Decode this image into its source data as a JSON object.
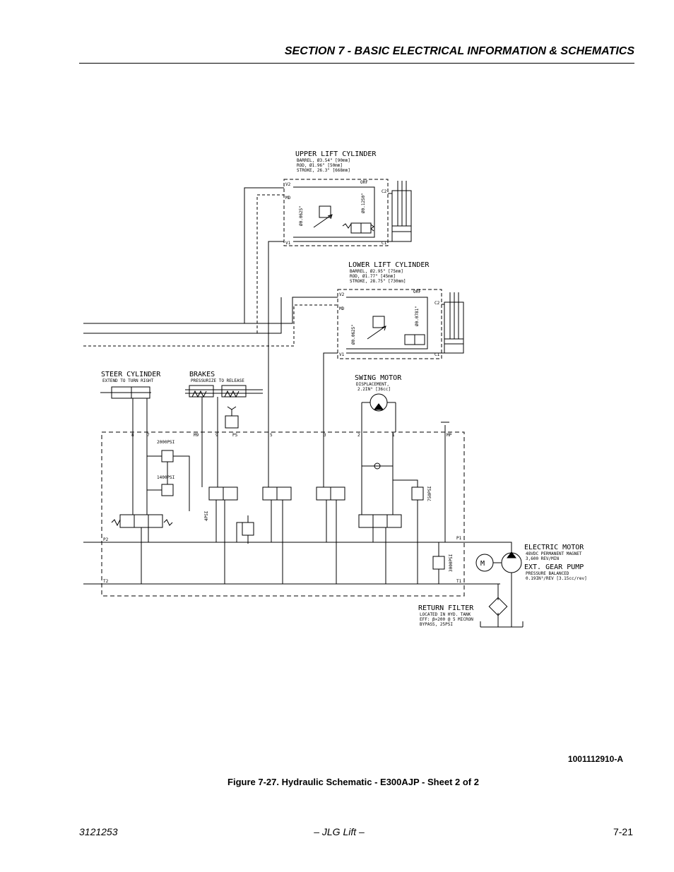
{
  "header": {
    "section_title": "SECTION 7 - BASIC ELECTRICAL INFORMATION & SCHEMATICS"
  },
  "schematic": {
    "upper_cylinder": {
      "title": "UPPER LIFT CYLINDER",
      "barrel": "BARREL,    Ø3.54\" [90mm]",
      "rod": "ROD,      Ø1.96\" [50mm]",
      "stroke": "STROKE,    26.3\"  [668mm]"
    },
    "lower_cylinder": {
      "title": "LOWER LIFT CYLINDER",
      "barrel": "BARREL,    Ø2.95\" [75mm]",
      "rod": "ROD,      Ø1.77\" [45mm]",
      "stroke": "STROKE,    28.75\" [730mm]"
    },
    "steer": {
      "title": "STEER CYLINDER",
      "sub": "EXTEND TO TURN RIGHT"
    },
    "brakes": {
      "title": "BRAKES",
      "sub": "PRESSURIZE TO RELEASE"
    },
    "swing_motor": {
      "title": "SWING MOTOR",
      "l1": "DISPLACEMENT,",
      "l2": "2.2IN³ [36cc]"
    },
    "electric_motor": {
      "title": "ELECTRIC MOTOR",
      "l1": "48VDC PERMANENT MAGNET",
      "l2": "3,600 REV/MIN"
    },
    "gear_pump": {
      "title": "EXT. GEAR PUMP",
      "l1": "PRESSURE BALANCED",
      "l2": "0.19IN³/REV [3.15cc/rev]"
    },
    "return_filter": {
      "title": "RETURN FILTER",
      "l1": "LOCATED IN HYD. TANK",
      "l2": "EFF: β×200 @ 5 MICRON",
      "l3": "BYPASS, 25PSI"
    },
    "ports": {
      "v2": "V2",
      "md": "MD",
      "v1": "V1",
      "c1": "C1",
      "c2": "C2",
      "orf": "ORF",
      "p8": "8",
      "p7": "7",
      "m9": "M9",
      "p9": "9",
      "ps": "PS",
      "p5": "5",
      "p3": "3",
      "p2": "2",
      "p1": "1",
      "mp": "MP",
      "P2": "P2",
      "T2": "T2",
      "P1": "P1",
      "T1": "T1"
    },
    "orifices": {
      "upper_a": "Ø0.0625\"",
      "upper_b": "Ø0.1250\"",
      "lower_a": "Ø0.0625\"",
      "lower_b": "Ø0.0781\""
    },
    "reliefs": {
      "r2000": "2000PSI",
      "r1400": "1400PSI",
      "r750": "750PSI",
      "r3000": "3000PSI",
      "r4psi": "4PSI"
    }
  },
  "document_number": "1001112910-A",
  "caption": "Figure 7-27.  Hydraulic Schematic - E300AJP - Sheet 2 of 2",
  "footer": {
    "left": "3121253",
    "center": "– JLG Lift –",
    "right": "7-21"
  }
}
